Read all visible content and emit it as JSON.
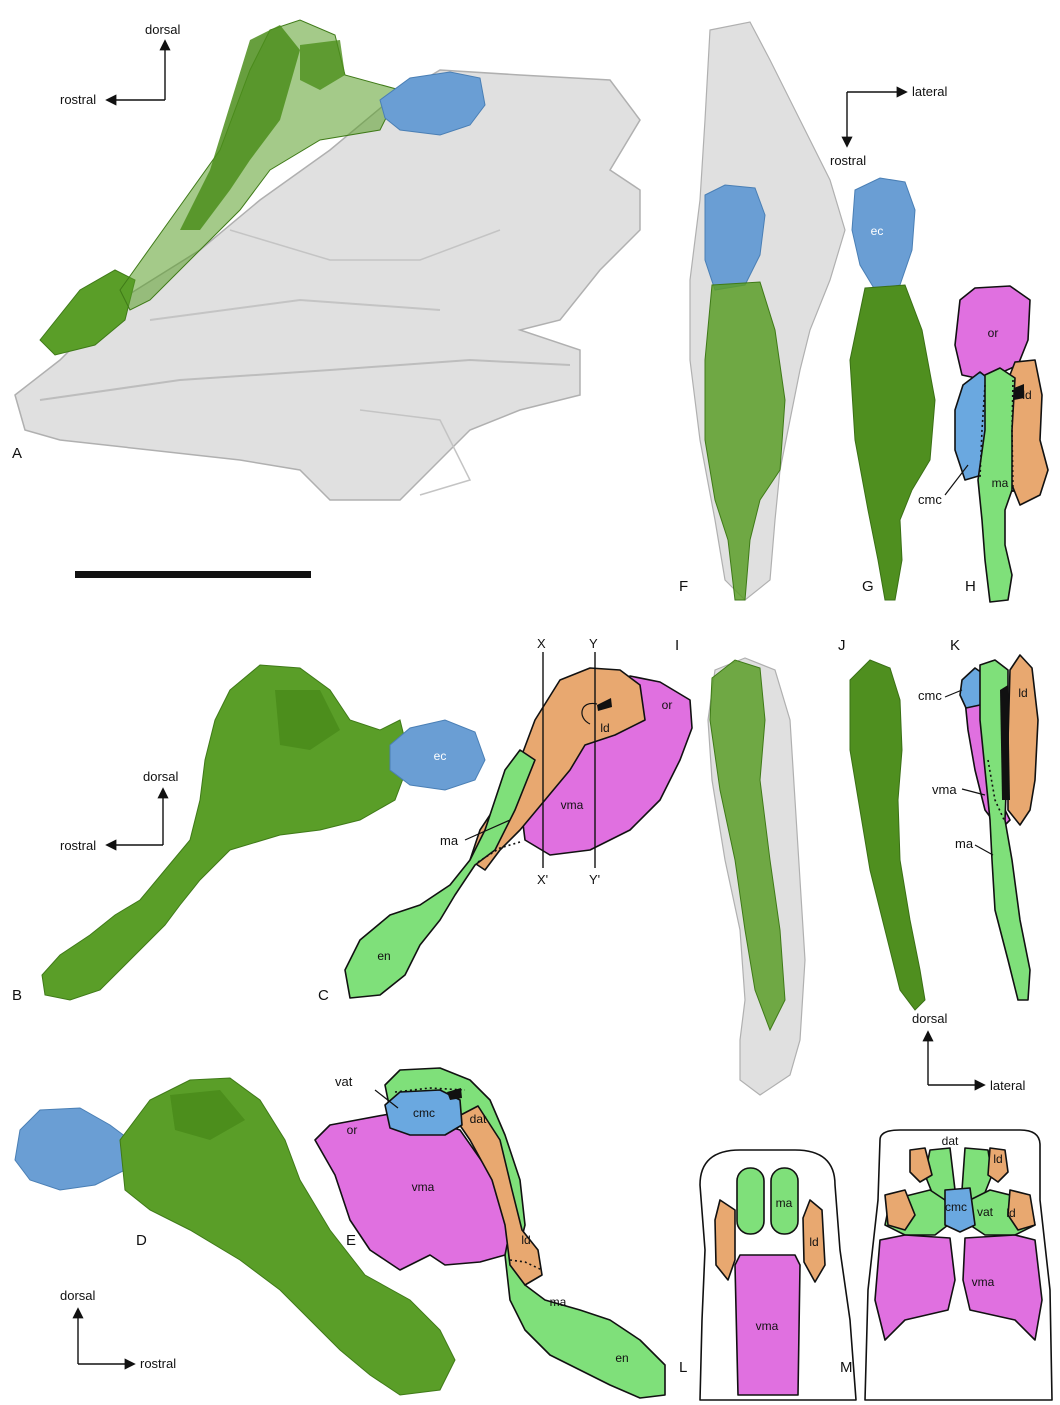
{
  "panel_letters": {
    "a": "A",
    "b": "B",
    "c": "C",
    "d": "D",
    "e": "E",
    "f": "F",
    "g": "G",
    "h": "H",
    "i": "I",
    "j": "J",
    "k": "K",
    "l": "L",
    "m": "M"
  },
  "orientation_labels": {
    "dorsal": "dorsal",
    "rostral": "rostral",
    "lateral": "lateral"
  },
  "section_lines": {
    "x": "X",
    "x_prime": "X'",
    "y": "Y",
    "y_prime": "Y'"
  },
  "region_labels": {
    "ec": "ec",
    "or": "or",
    "ld": "ld",
    "cmc": "cmc",
    "ma": "ma",
    "vma": "vma",
    "en": "en",
    "vat": "vat",
    "dat": "dat"
  },
  "colors": {
    "green_model": "#5a9e28",
    "green_dark": "#3f7a18",
    "blue_model": "#6a9ed4",
    "skull_gray": "#d6d6d6",
    "ma_green": "#7fe07a",
    "ld_orange": "#e8a870",
    "or_magenta": "#e070e0",
    "cmc_blue": "#6aa8e0"
  }
}
